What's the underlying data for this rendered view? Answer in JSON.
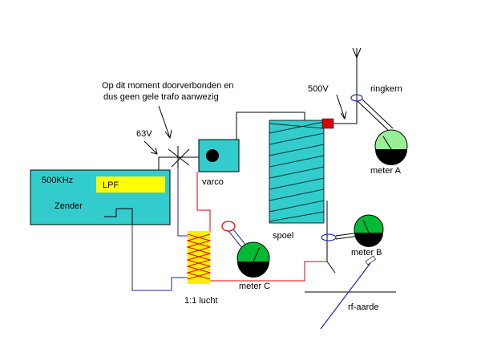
{
  "annotation": {
    "line1": "Op dit moment doorverbonden en",
    "line2": "dus geen gele trafo aanwezig"
  },
  "labels": {
    "v63": "63V",
    "v500": "500V",
    "ringkern": "ringkern",
    "khz": "500KHz",
    "lpf": "LPF",
    "zender": "Zender",
    "varco": "varco",
    "spoel": "spoel",
    "meter_a": "meter A",
    "meter_b": "meter B",
    "meter_c": "meter C",
    "lucht": "1:1 lucht",
    "aarde": "rf-aarde"
  },
  "colors": {
    "transmitter": "#33cccc",
    "lpf": "#ffff00",
    "meter_a": "#99ee99",
    "meter_bc": "#00bb33",
    "red_wire": "#dd0000",
    "blue_wire": "#2222aa",
    "coil_fill": "#33cccc",
    "transformer": "#ffee00"
  }
}
